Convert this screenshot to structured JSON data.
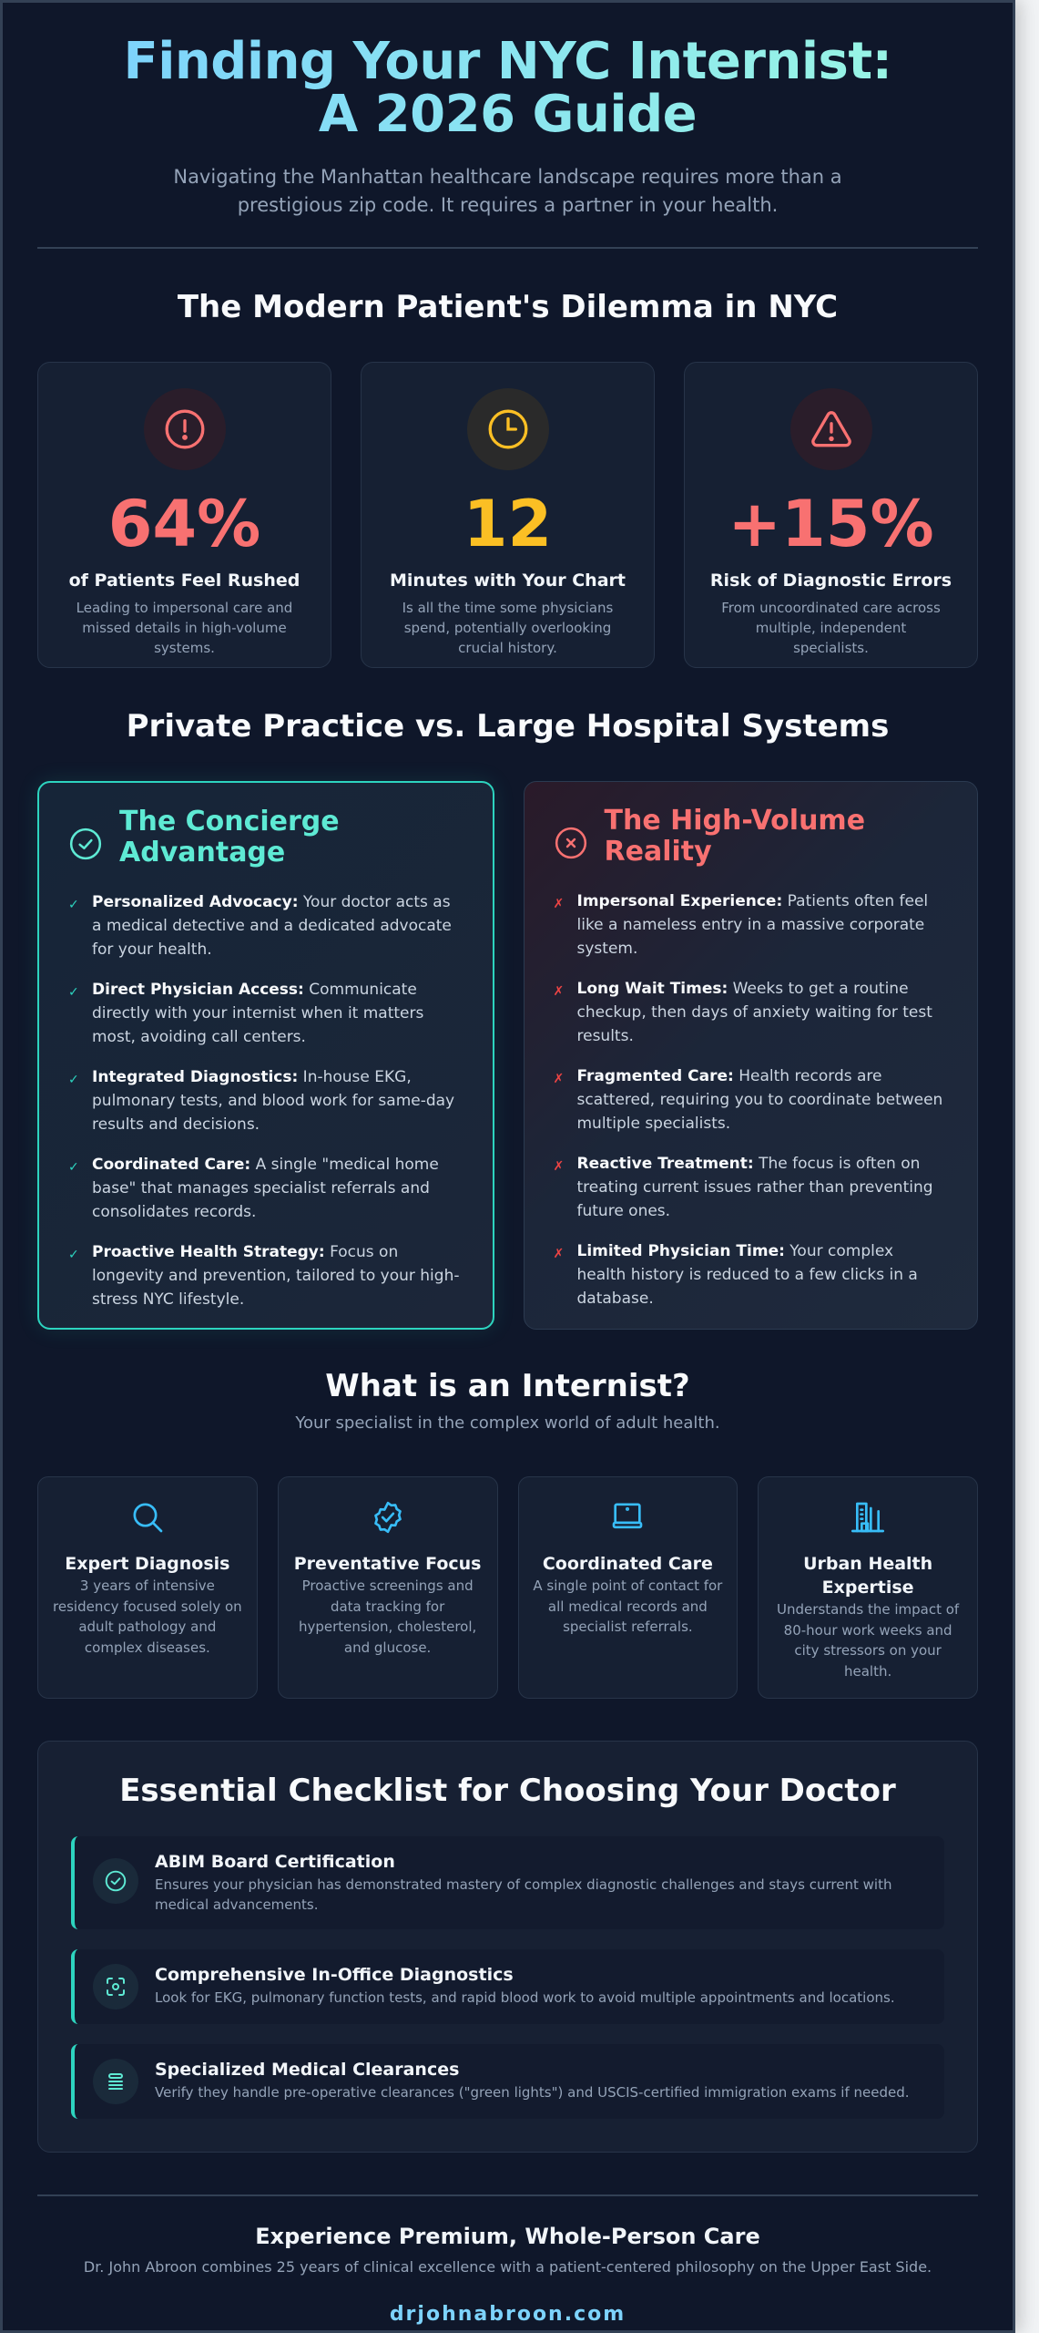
{
  "header": {
    "title": "Finding Your NYC Internist: A 2026 Guide",
    "subtitle": "Navigating the Manhattan healthcare landscape requires more than a prestigious zip code. It requires a partner in your health."
  },
  "dilemma": {
    "title": "The Modern Patient's Dilemma in NYC",
    "stats": [
      {
        "icon": "alert-circle-icon",
        "value": "64%",
        "label": "of Patients Feel Rushed",
        "desc": "Leading to impersonal care and missed details in high-volume systems.",
        "color": "#f87171"
      },
      {
        "icon": "clock-icon",
        "value": "12",
        "label": "Minutes with Your Chart",
        "desc": "Is all the time some physicians spend, potentially overlooking crucial history.",
        "color": "#fbbf24"
      },
      {
        "icon": "warning-triangle-icon",
        "value": "+15%",
        "label": "Risk of Diagnostic Errors",
        "desc": "From uncoordinated care across multiple, independent specialists.",
        "color": "#f87171"
      }
    ]
  },
  "comparison": {
    "title": "Private Practice vs. Large Hospital Systems",
    "concierge": {
      "title": "The Concierge Advantage",
      "color": "#5eead4",
      "items": [
        {
          "bold": "Personalized Advocacy:",
          "text": " Your doctor acts as a medical detective and a dedicated advocate for your health."
        },
        {
          "bold": "Direct Physician Access:",
          "text": " Communicate directly with your internist when it matters most, avoiding call centers."
        },
        {
          "bold": "Integrated Diagnostics:",
          "text": " In-house EKG, pulmonary tests, and blood work for same-day results and decisions."
        },
        {
          "bold": "Coordinated Care:",
          "text": " A single \"medical home base\" that manages specialist referrals and consolidates records."
        },
        {
          "bold": "Proactive Health Strategy:",
          "text": " Focus on longevity and prevention, tailored to your high-stress NYC lifestyle."
        }
      ]
    },
    "high_volume": {
      "title": "The High-Volume Reality",
      "color": "#f87171",
      "items": [
        {
          "bold": "Impersonal Experience:",
          "text": " Patients often feel like a nameless entry in a massive corporate system."
        },
        {
          "bold": "Long Wait Times:",
          "text": " Weeks to get a routine checkup, then days of anxiety waiting for test results."
        },
        {
          "bold": "Fragmented Care:",
          "text": " Health records are scattered, requiring you to coordinate between multiple specialists."
        },
        {
          "bold": "Reactive Treatment:",
          "text": " The focus is often on treating current issues rather than preventing future ones."
        },
        {
          "bold": "Limited Physician Time:",
          "text": " Your complex health history is reduced to a few clicks in a database."
        }
      ]
    },
    "check_mark": "✓",
    "x_mark": "✗"
  },
  "internist": {
    "title": "What is an Internist?",
    "subtitle": "Your specialist in the complex world of adult health.",
    "cards": [
      {
        "icon": "search-icon",
        "title": "Expert Diagnosis",
        "desc": "3 years of intensive residency focused solely on adult pathology and complex diseases."
      },
      {
        "icon": "badge-check-icon",
        "title": "Preventative Focus",
        "desc": "Proactive screenings and data tracking for hypertension, cholesterol, and glucose."
      },
      {
        "icon": "laptop-icon",
        "title": "Coordinated Care",
        "desc": "A single point of contact for all medical records and specialist referrals."
      },
      {
        "icon": "building-icon",
        "title": "Urban Health Expertise",
        "desc": "Understands the impact of 80-hour work weeks and city stressors on your health."
      }
    ]
  },
  "checklist": {
    "title": "Essential Checklist for Choosing Your Doctor",
    "items": [
      {
        "icon": "check-circle-icon",
        "title": "ABIM Board Certification",
        "desc": "Ensures your physician has demonstrated mastery of complex diagnostic challenges and stays current with medical advancements."
      },
      {
        "icon": "scan-icon",
        "title": "Comprehensive In-Office Diagnostics",
        "desc": "Look for EKG, pulmonary function tests, and rapid blood work to avoid multiple appointments and locations."
      },
      {
        "icon": "stack-icon",
        "title": "Specialized Medical Clearances",
        "desc": "Verify they handle pre-operative clearances (\"green lights\") and USCIS-certified immigration exams if needed."
      }
    ]
  },
  "footer": {
    "title": "Experience Premium, Whole-Person Care",
    "desc": "Dr. John Abroon combines 25 years of clinical excellence with a patient-centered philosophy on the Upper East Side.",
    "link": "drjohnabroon.com"
  },
  "colors": {
    "background": "#0f172a",
    "card": "#162033",
    "accent_teal": "#2dd4bf",
    "accent_sky": "#38bdf8",
    "danger": "#f87171",
    "warning": "#fbbf24"
  }
}
